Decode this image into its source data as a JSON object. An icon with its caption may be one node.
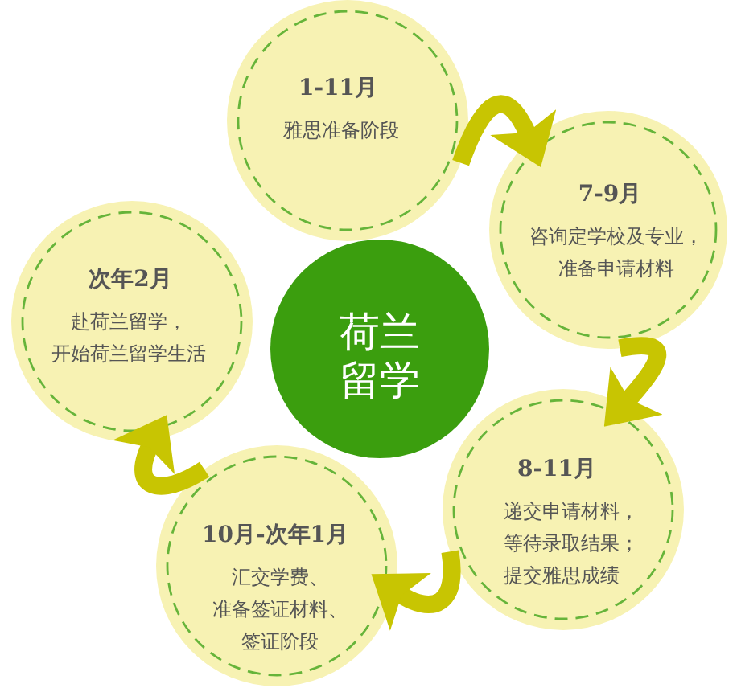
{
  "diagram": {
    "nodes": [
      {
        "text": [
          "1-11月",
          "雅思准备阶段"
        ]
      },
      {
        "text": [
          "7-9月",
          "咨询定学校及专业，准备申请材料"
        ]
      },
      {
        "text": [
          "8-11月",
          "递交申请材料，等待录取结果；提交雅思成绩"
        ]
      },
      {
        "text": [
          "10月-次年1月",
          "汇交学费、准备签证材料、签证阶段"
        ]
      },
      {
        "text": [
          "次年2月",
          "赴荷兰留学，开始荷兰留学生活"
        ]
      },
      {
        "text": [
          "荷兰留学"
        ]
      }
    ],
    "edges": [
      {
        "from": 0,
        "to": 1,
        "arrow": "to"
      },
      {
        "from": 1,
        "to": 2,
        "arrow": "to"
      },
      {
        "from": 2,
        "to": 3,
        "arrow": "to"
      },
      {
        "from": 3,
        "to": 4,
        "arrow": "to"
      }
    ]
  }
}
